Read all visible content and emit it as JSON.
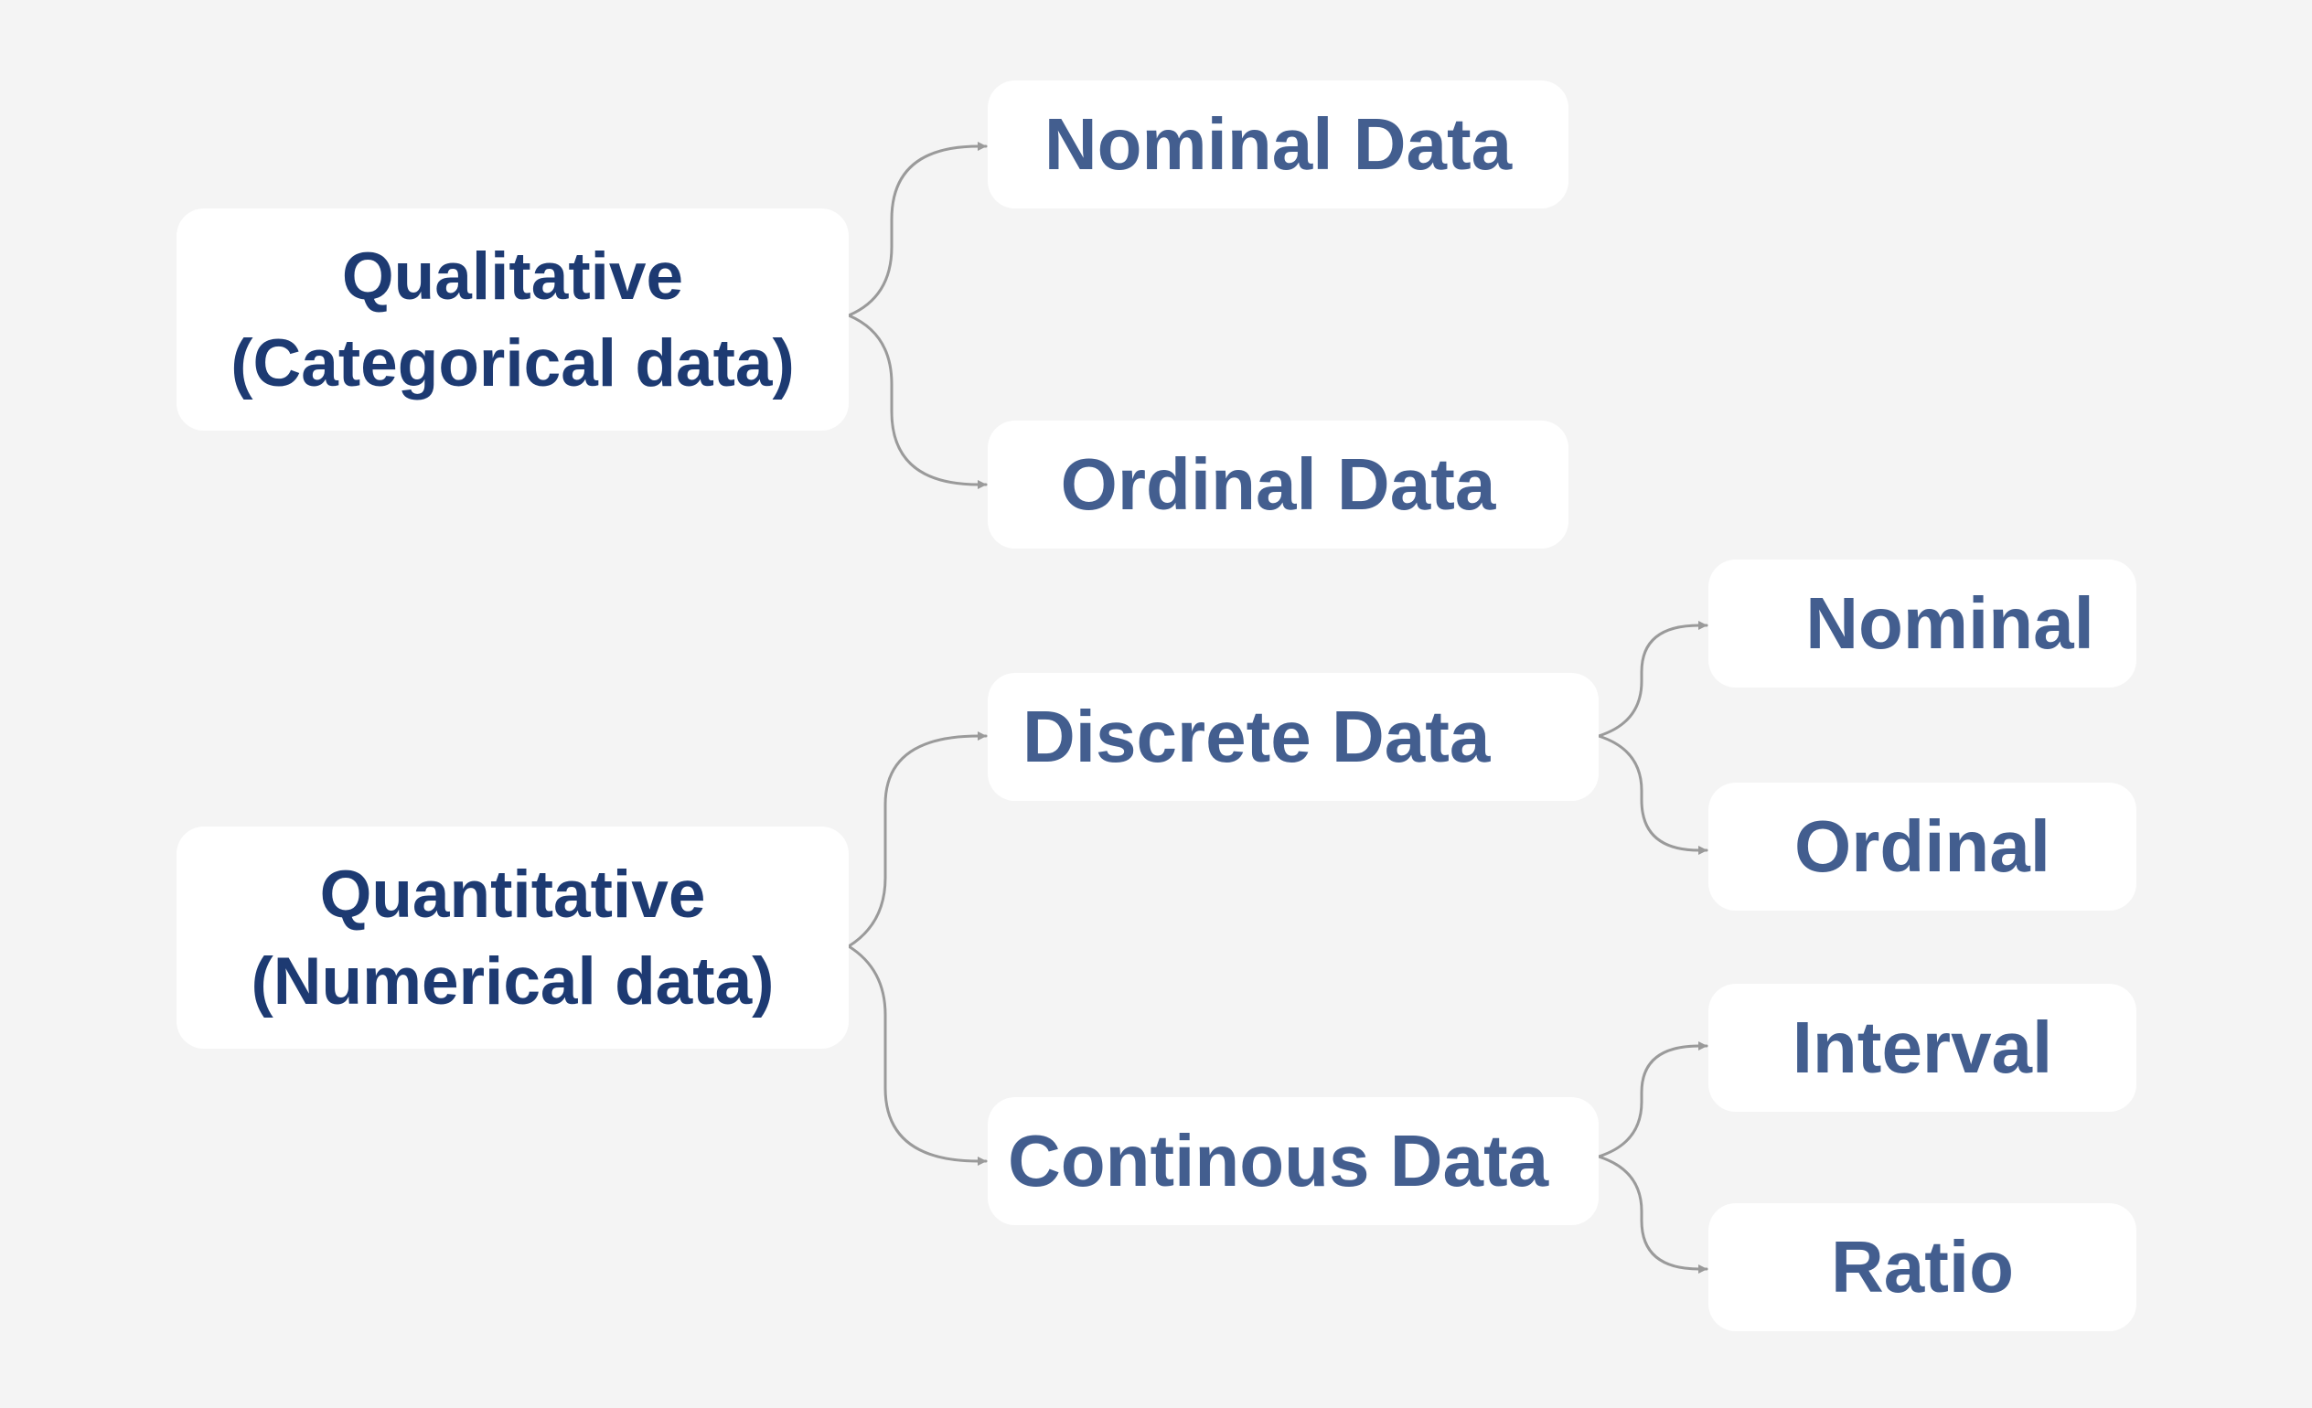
{
  "diagram": {
    "root_nodes": {
      "qualitative": {
        "line1": "Qualitative",
        "line2": "(Categorical data)"
      },
      "quantitative": {
        "line1": "Quantitative",
        "line2": "(Numerical data)"
      }
    },
    "second_level": {
      "nominal_data": "Nominal Data",
      "ordinal_data": "Ordinal Data",
      "discrete_data": "Discrete Data",
      "continous_data": "Continous Data"
    },
    "third_level": {
      "nominal": "Nominal",
      "ordinal": "Ordinal",
      "interval": "Interval",
      "ratio": "Ratio"
    },
    "edges": [
      {
        "from": "Qualitative",
        "to": "Nominal Data"
      },
      {
        "from": "Qualitative",
        "to": "Ordinal Data"
      },
      {
        "from": "Quantitative",
        "to": "Discrete Data"
      },
      {
        "from": "Quantitative",
        "to": "Continous Data"
      },
      {
        "from": "Discrete Data",
        "to": "Nominal"
      },
      {
        "from": "Discrete Data",
        "to": "Ordinal"
      },
      {
        "from": "Continous Data",
        "to": "Interval"
      },
      {
        "from": "Continous Data",
        "to": "Ratio"
      }
    ],
    "colors": {
      "background": "#f4f4f4",
      "node_fill": "#ffffff",
      "root_text": "#1d3a72",
      "leaf_text": "#435e8f",
      "connector": "#9a9a9a"
    }
  }
}
